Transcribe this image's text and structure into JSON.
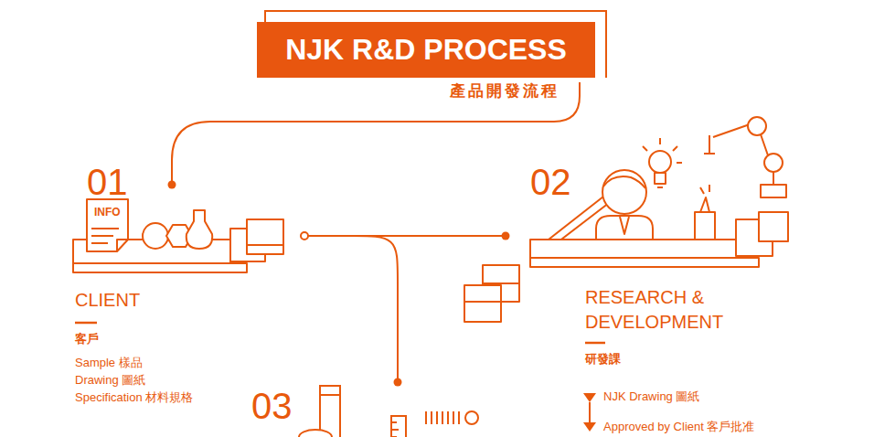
{
  "diagram": {
    "title": "NJK R&D PROCESS",
    "nodes": [
      {
        "text": [
          "01",
          "CLIENT",
          "客戶",
          "Sample 樣品",
          "Drawing 圖紙",
          "Specification 材料規格"
        ]
      },
      {
        "text": [
          "02",
          "RESEARCH & DEVELOPMENT",
          "研發課",
          "NJK Drawing 圖紙",
          "Approved by Client 客戶批准"
        ]
      },
      {
        "text": [
          "03"
        ]
      }
    ],
    "edges": [
      {
        "from": 0,
        "to": 1,
        "arrow": "none"
      },
      {
        "from": 0,
        "to": 2,
        "arrow": "none"
      }
    ],
    "labels": [
      "產品開發流程",
      "INFO"
    ]
  }
}
